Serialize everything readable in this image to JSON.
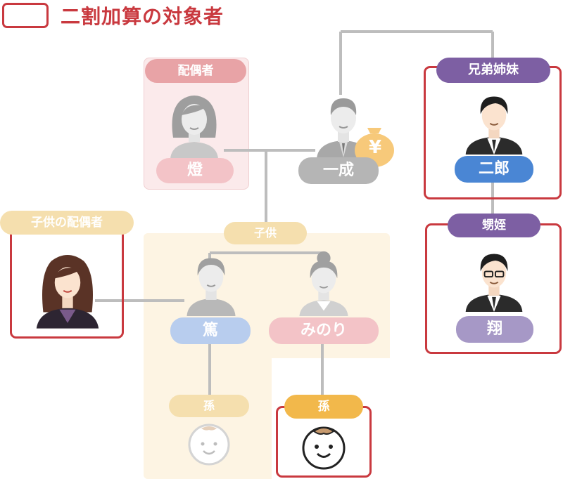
{
  "legend": {
    "text": "二割加算の対象者"
  },
  "people": {
    "spouse": {
      "category": "配偶者",
      "name": "燈"
    },
    "deceased": {
      "name": "一成",
      "money_icon": "yen-moneybag-icon",
      "money_symbol": "¥"
    },
    "sibling": {
      "category": "兄弟姉妹",
      "name": "二郎"
    },
    "nephew": {
      "category": "甥姪",
      "name": "翔"
    },
    "child_spouse": {
      "category": "子供の配偶者"
    },
    "children_group": {
      "category": "子供"
    },
    "child1": {
      "name": "篤"
    },
    "child2": {
      "name": "みのり"
    },
    "grandchild1": {
      "category": "孫"
    },
    "grandchild2": {
      "category": "孫"
    }
  },
  "colors": {
    "accent_red": "#c9393f",
    "spouse_pink": "#e8a3a6",
    "gray": "#b5b5b5",
    "purple": "#7d5fa3",
    "blue": "#4a86d4",
    "light_purple": "#a698c6",
    "orange": "#f2b84b",
    "light_blue": "#b8cdee",
    "light_pink": "#f3c3c7",
    "pale_yellow": "#f5dfae"
  }
}
